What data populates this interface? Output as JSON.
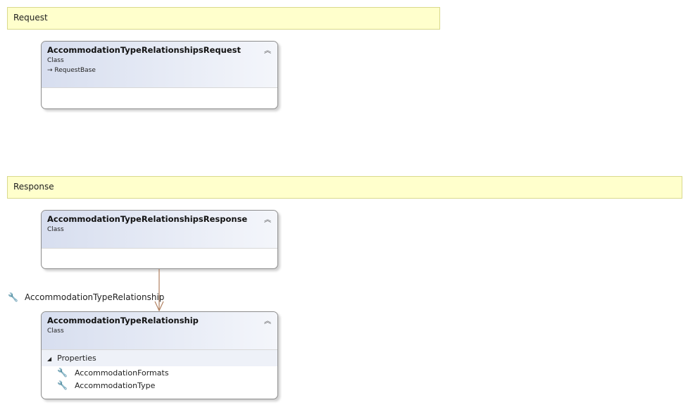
{
  "notes": {
    "request": "Request",
    "response": "Response"
  },
  "classes": [
    {
      "name": "AccommodationTypeRelationshipsRequest",
      "kind": "Class",
      "base": "RequestBase"
    },
    {
      "name": "AccommodationTypeRelationshipsResponse",
      "kind": "Class"
    },
    {
      "name": "AccommodationTypeRelationship",
      "kind": "Class",
      "section": "Properties",
      "properties": [
        "AccommodationFormats",
        "AccommodationType"
      ]
    }
  ],
  "association": {
    "label": "AccommodationTypeRelationship",
    "color": "#b08060"
  },
  "icons": {
    "collapse": "double-chevron-up",
    "property": "wrench",
    "inherit": "arrow-right"
  }
}
